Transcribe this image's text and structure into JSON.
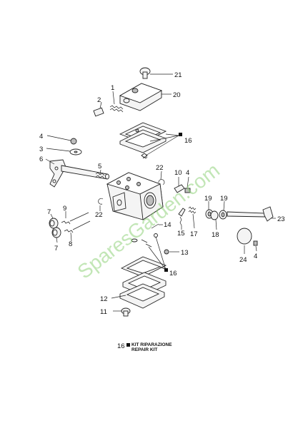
{
  "callouts": {
    "c1": "1",
    "c2": "2",
    "c3": "3",
    "c4a": "4",
    "c4b": "4",
    "c4c": "4",
    "c5": "5",
    "c6": "6",
    "c7a": "7",
    "c7b": "7",
    "c8": "8",
    "c9": "9",
    "c10": "10",
    "c11": "11",
    "c12": "12",
    "c13": "13",
    "c14": "14",
    "c15": "15",
    "c16a": "16",
    "c16b": "16",
    "c17": "17",
    "c18": "18",
    "c19a": "19",
    "c19b": "19",
    "c20": "20",
    "c21": "21",
    "c22a": "22",
    "c22b": "22",
    "c23": "23",
    "c24": "24"
  },
  "legend": {
    "number": "16",
    "line1": "KIT RIPARAZIONE",
    "line2": "REPAIR KIT"
  },
  "watermark": "SparesGarden.com",
  "colors": {
    "line": "#222222",
    "watermark": "#8fd27a"
  }
}
